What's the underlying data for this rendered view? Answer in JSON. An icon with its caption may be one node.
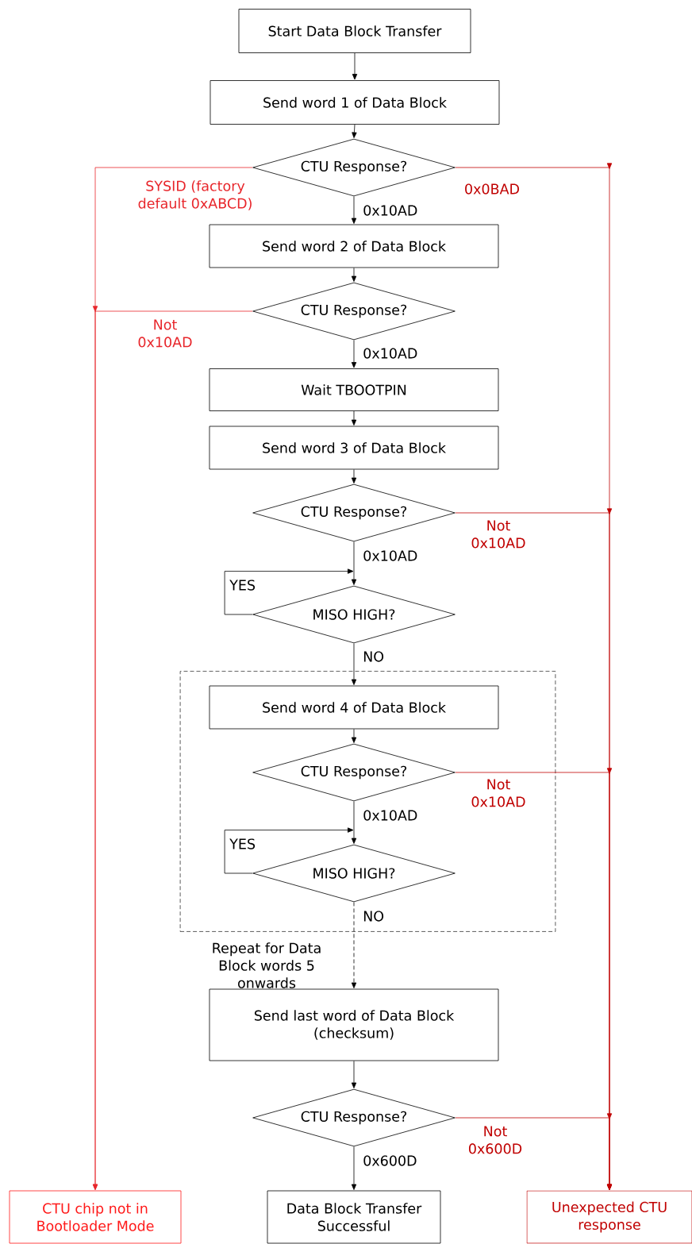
{
  "diagram": {
    "nodes": [
      {
        "text": [
          "Start Data Block Transfer"
        ]
      },
      {
        "text": [
          "Send word 1 of Data Block"
        ]
      },
      {
        "text": [
          "CTU Response?"
        ]
      },
      {
        "text": [
          "Send word 2 of Data Block"
        ]
      },
      {
        "text": [
          "CTU Response?"
        ]
      },
      {
        "text": [
          "Wait TBOOTPIN"
        ]
      },
      {
        "text": [
          "Send word 3 of Data Block"
        ]
      },
      {
        "text": [
          "CTU Response?"
        ]
      },
      {
        "text": [
          "MISO HIGH?"
        ]
      },
      {
        "text": [],
        "shape": "box"
      },
      {
        "text": [
          "Send word 4 of Data Block"
        ],
        "in": 9
      },
      {
        "text": [
          "CTU Response?"
        ],
        "in": 9
      },
      {
        "text": [
          "MISO HIGH?"
        ],
        "in": 9
      },
      {
        "text": [
          "Send last word of Data Block (checksum)"
        ]
      },
      {
        "text": [
          "CTU Response?"
        ]
      },
      {
        "text": [
          "CTU chip not in Bootloader Mode"
        ]
      },
      {
        "text": [
          "Data Block Transfer Successful"
        ]
      },
      {
        "text": [
          "Unexpected CTU response"
        ]
      }
    ],
    "edges": [
      {
        "from": 0,
        "to": 1,
        "arrow": "to"
      },
      {
        "from": 1,
        "to": 2,
        "arrow": "to"
      },
      {
        "from": 2,
        "to": 3,
        "arrow": "to",
        "label": "0x10AD"
      },
      {
        "from": 2,
        "to": 15,
        "arrow": "to",
        "label": "SYSID (factory default 0xABCD)",
        "color": "#e8262b"
      },
      {
        "from": 2,
        "to": 17,
        "arrow": "to",
        "label": "0x0BAD",
        "color": "#c00000"
      },
      {
        "from": 3,
        "to": 4,
        "arrow": "to"
      },
      {
        "from": 4,
        "to": 5,
        "arrow": "to",
        "label": "0x10AD"
      },
      {
        "from": 4,
        "to": 15,
        "arrow": "to",
        "label": "Not 0x10AD",
        "color": "#e8262b"
      },
      {
        "from": 5,
        "to": 6,
        "arrow": "to"
      },
      {
        "from": 6,
        "to": 7,
        "arrow": "to"
      },
      {
        "from": 7,
        "to": 8,
        "arrow": "to",
        "label": "0x10AD"
      },
      {
        "from": 7,
        "to": 17,
        "arrow": "to",
        "label": "Not 0x10AD",
        "color": "#c00000"
      },
      {
        "from": 8,
        "to": 8,
        "arrow": "to",
        "label": "YES"
      },
      {
        "from": 8,
        "to": 10,
        "arrow": "to",
        "label": "NO"
      },
      {
        "from": 10,
        "to": 11,
        "arrow": "to"
      },
      {
        "from": 11,
        "to": 12,
        "arrow": "to",
        "label": "0x10AD"
      },
      {
        "from": 11,
        "to": 17,
        "arrow": "to",
        "label": "Not 0x10AD",
        "color": "#c00000"
      },
      {
        "from": 12,
        "to": 12,
        "arrow": "to",
        "label": "YES"
      },
      {
        "from": 12,
        "to": 13,
        "arrow": "to",
        "label": "NO",
        "style": "dashed"
      },
      {
        "from": 13,
        "to": 14,
        "arrow": "to"
      },
      {
        "from": 14,
        "to": 16,
        "arrow": "to",
        "label": "0x600D"
      },
      {
        "from": 14,
        "to": 17,
        "arrow": "to",
        "label": "Not 0x600D",
        "color": "#c00000"
      }
    ],
    "labels": [
      "Repeat for Data Block words 5 onwards"
    ]
  }
}
